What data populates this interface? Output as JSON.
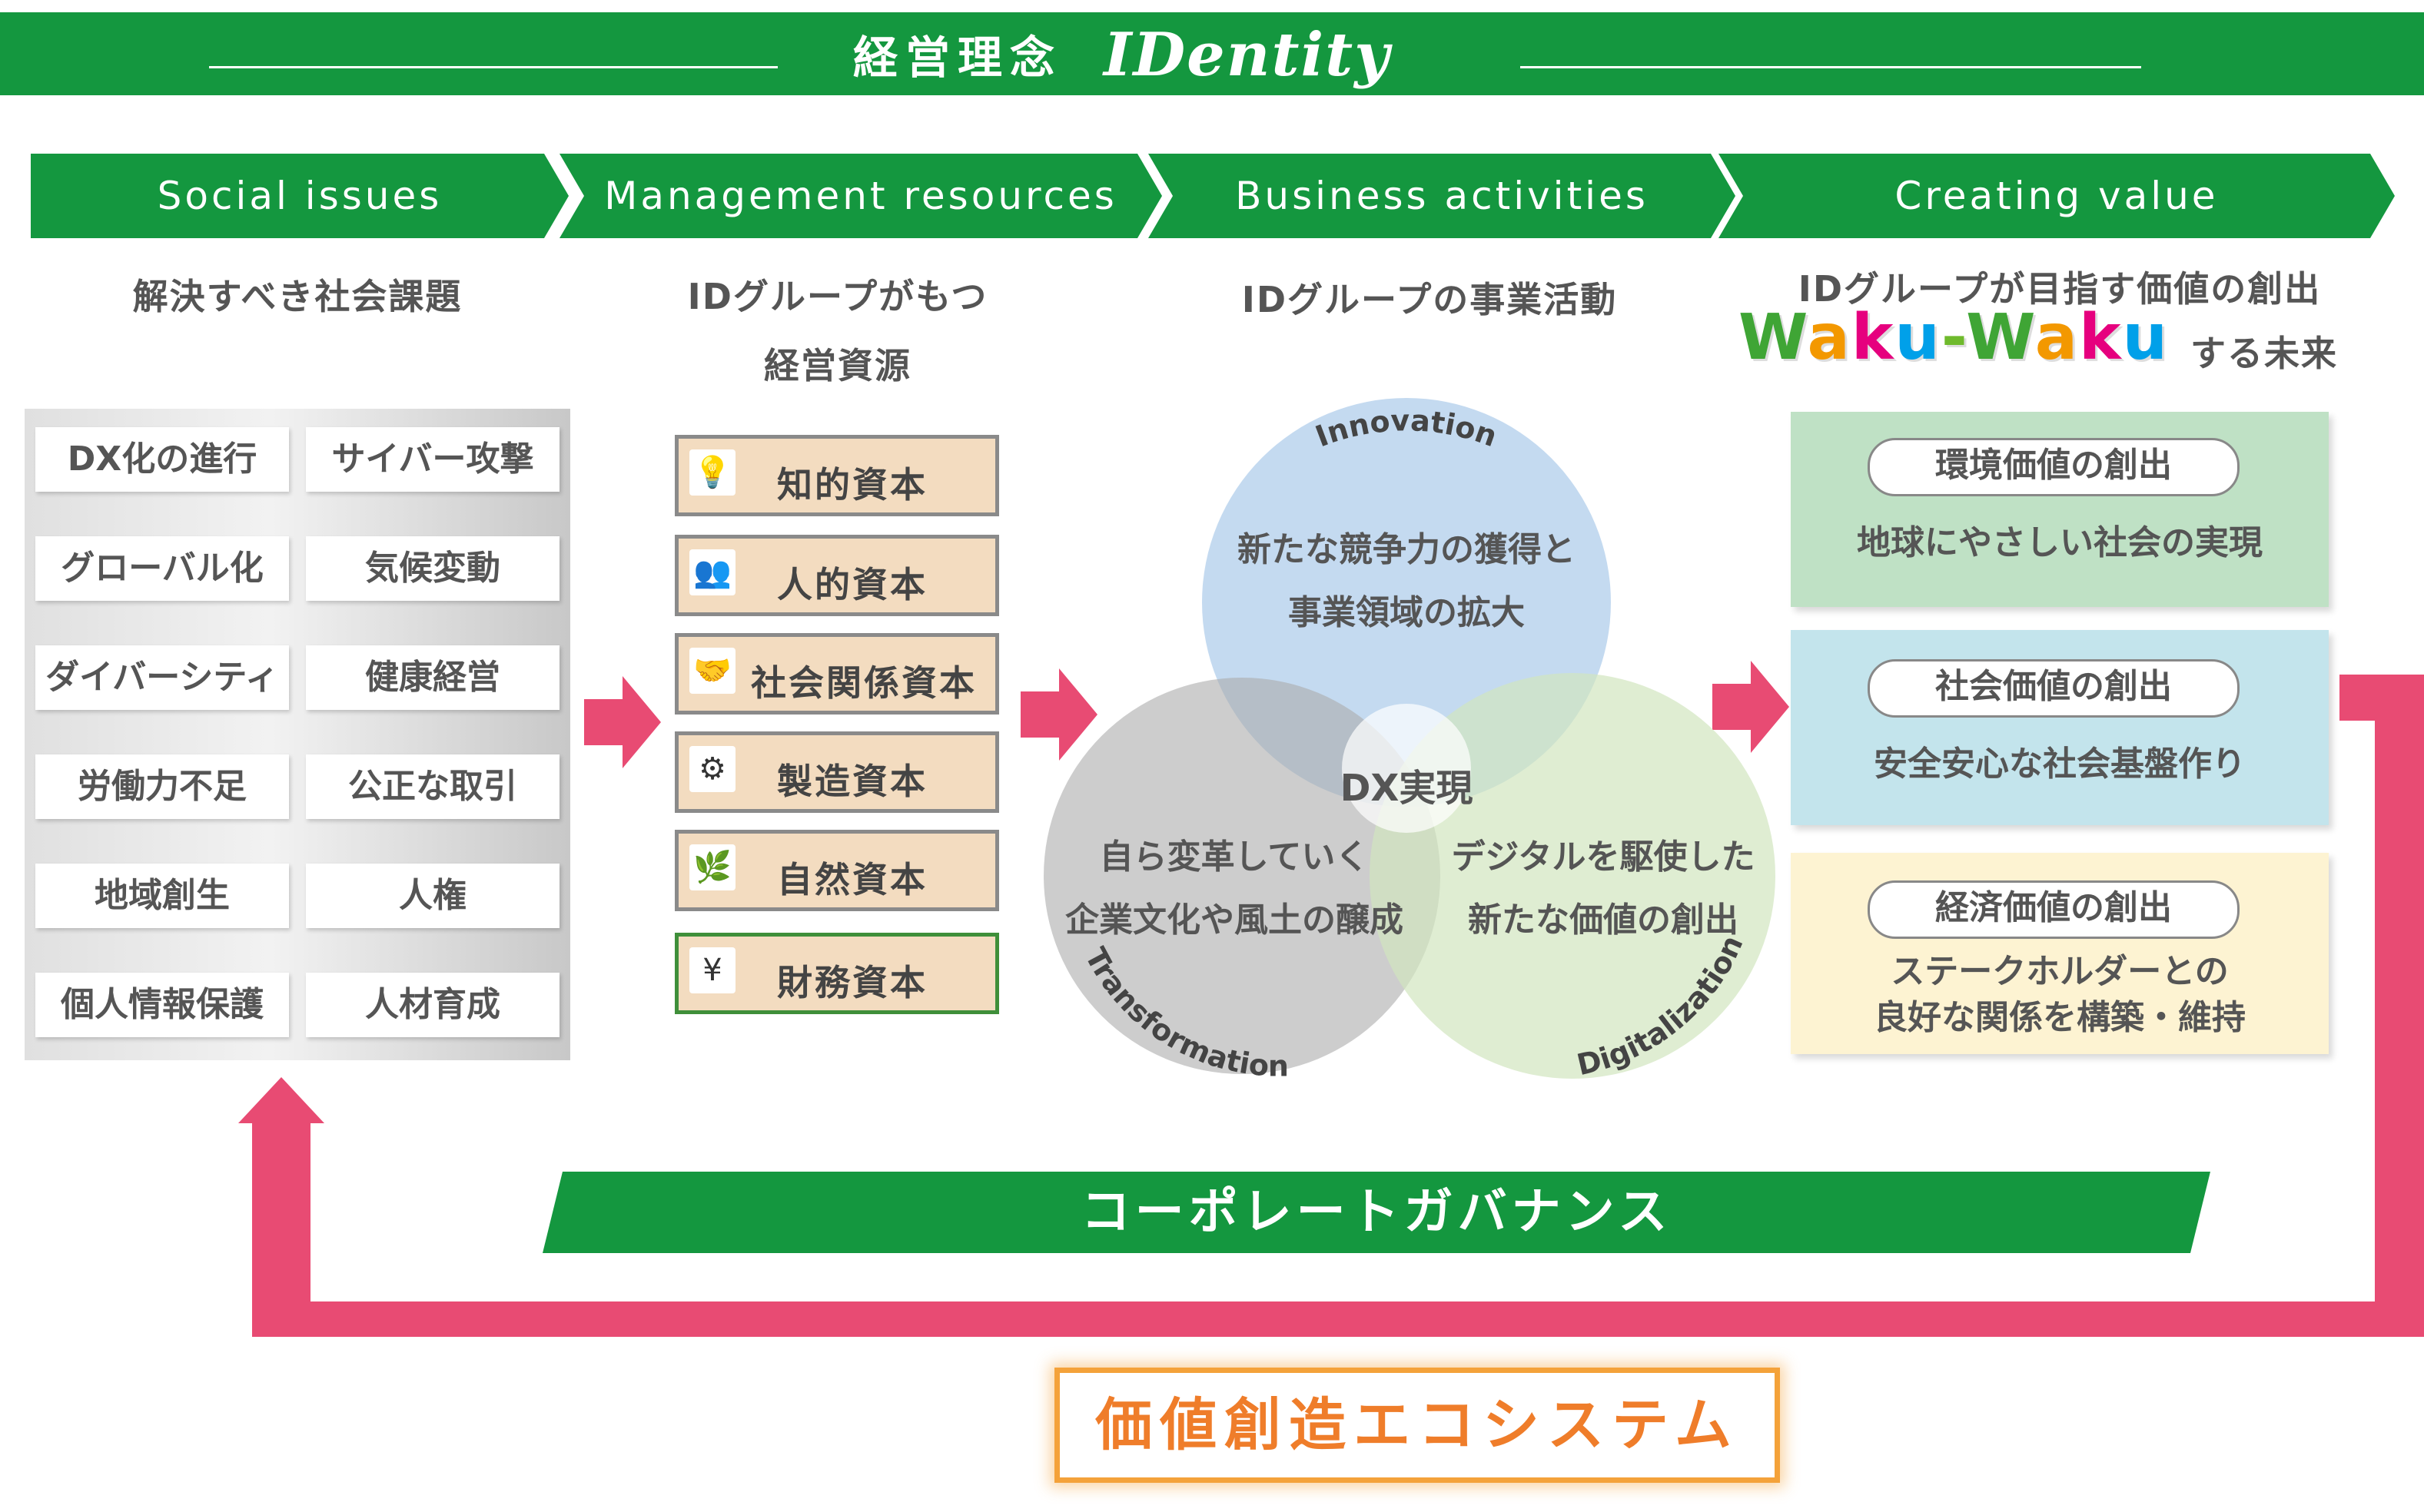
{
  "header": {
    "philosophy": "経営理念",
    "brand": "IDentity"
  },
  "stages": [
    {
      "label": "Social issues"
    },
    {
      "label": "Management resources"
    },
    {
      "label": "Business activities"
    },
    {
      "label": "Creating value"
    }
  ],
  "headings": {
    "issues": "解決すべき社会課題",
    "resources_1": "IDグループがもつ",
    "resources_2": "経営資源",
    "activities": "IDグループの事業活動",
    "value_1": "IDグループが目指す価値の創出",
    "value_waku": "Waku-Waku",
    "value_2": "する未来"
  },
  "issues": [
    "DX化の進行",
    "サイバー攻撃",
    "グローバル化",
    "気候変動",
    "ダイバーシティ",
    "健康経営",
    "労働力不足",
    "公正な取引",
    "地域創生",
    "人権",
    "個人情報保護",
    "人材育成"
  ],
  "resources": [
    {
      "icon": "lightbulb-icon",
      "label": "知的資本"
    },
    {
      "icon": "people-icon",
      "label": "人的資本"
    },
    {
      "icon": "handshake-icon",
      "label": "社会関係資本"
    },
    {
      "icon": "gears-icon",
      "label": "製造資本"
    },
    {
      "icon": "leaf-icon",
      "label": "自然資本"
    },
    {
      "icon": "coins-icon",
      "label": "財務資本"
    }
  ],
  "venn": {
    "innovation": "Innovation",
    "innovation_text_1": "新たな競争力の獲得と",
    "innovation_text_2": "事業領域の拡大",
    "center": "DX実現",
    "transformation": "Transformation",
    "transformation_text_1": "自ら変革していく",
    "transformation_text_2": "企業文化や風土の醸成",
    "digitalization": "Digitalization",
    "digitalization_text_1": "デジタルを駆使した",
    "digitalization_text_2": "新たな価値の創出"
  },
  "values": [
    {
      "title": "環境価値の創出",
      "desc_1": "地球にやさしい社会の実現",
      "desc_2": "",
      "color": "#bfe1c5"
    },
    {
      "title": "社会価値の創出",
      "desc_1": "安全安心な社会基盤作り",
      "desc_2": "",
      "color": "#c3e4ec"
    },
    {
      "title": "経済価値の創出",
      "desc_1": "ステークホルダーとの",
      "desc_2": "良好な関係を構築・維持",
      "color": "#fdf3d2"
    }
  ],
  "governance": "コーポレートガバナンス",
  "ecosystem": "価値創造エコシステム",
  "colors": {
    "green": "#14973f",
    "pink": "#e84b73",
    "orange": "#f4a23a",
    "resource_fill": "#f3dcc0"
  }
}
